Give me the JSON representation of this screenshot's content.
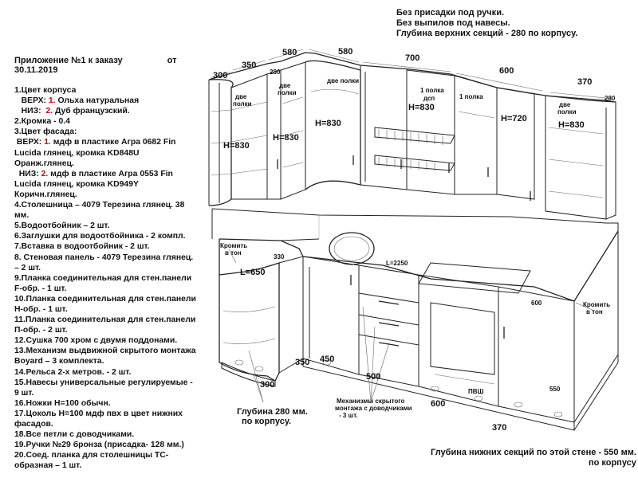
{
  "top_notes": [
    "Без присадки под ручки.",
    "Без выпилов под навесы.",
    "Глубина верхних секций - 280 по корпусу."
  ],
  "header": {
    "title": "Приложение №1 к заказу",
    "from": "от",
    "date": "30.11.2019"
  },
  "spec": [
    {
      "pre": "1.Цвет корпуса",
      "num": "",
      "post": ""
    },
    {
      "pre": "   ВЕРХ: ",
      "num": "1.",
      "post": " Ольха натуральная"
    },
    {
      "pre": "   НИЗ:  ",
      "num": "2.",
      "post": " Дуб французский."
    },
    {
      "pre": "2.Кромка - 0.4",
      "num": "",
      "post": ""
    },
    {
      "pre": "3.Цвет фасада:",
      "num": "",
      "post": ""
    },
    {
      "pre": " ВЕРХ: ",
      "num": "1.",
      "post": " мдф в пластике Агра 0682 Fin"
    },
    {
      "pre": "Lucida глянец, кромка KD848U",
      "num": "",
      "post": ""
    },
    {
      "pre": "Оранж.глянец.",
      "num": "",
      "post": ""
    },
    {
      "pre": "  НИЗ: ",
      "num": "2.",
      "post": " мдф в пластике Агра 0553 Fin"
    },
    {
      "pre": "Lucida глянец, кромка KD949Y",
      "num": "",
      "post": ""
    },
    {
      "pre": "Коричн.глянец.",
      "num": "",
      "post": ""
    },
    {
      "pre": "4.Столешница – 4079 Терезина глянец. 38",
      "num": "",
      "post": ""
    },
    {
      "pre": "мм.",
      "num": "",
      "post": ""
    },
    {
      "pre": "5.Водоотбойник – 2 шт.",
      "num": "",
      "post": ""
    },
    {
      "pre": "6.Заглушки для водоотбойника - 2 компл.",
      "num": "",
      "post": ""
    },
    {
      "pre": "7.Вставка в водоотбойник - 2 шт.",
      "num": "",
      "post": ""
    },
    {
      "pre": "8. Стеновая панель - 4079 Терезина глянец.",
      "num": "",
      "post": ""
    },
    {
      "pre": "– 2 шт.",
      "num": "",
      "post": ""
    },
    {
      "pre": "9.Планка соединительная для стен.панели",
      "num": "",
      "post": ""
    },
    {
      "pre": "F-обр. - 1 шт.",
      "num": "",
      "post": ""
    },
    {
      "pre": "10.Планка соединительная для стен.панели",
      "num": "",
      "post": ""
    },
    {
      "pre": "Н-обр. - 1 шт.",
      "num": "",
      "post": ""
    },
    {
      "pre": "11.Планка соединительная для стен.панели",
      "num": "",
      "post": ""
    },
    {
      "pre": "П-обр. - 2 шт.",
      "num": "",
      "post": ""
    },
    {
      "pre": "12.Сушка 700 хром с двумя поддонами.",
      "num": "",
      "post": ""
    },
    {
      "pre": "13.Механизм выдвижной скрытого монтажа",
      "num": "",
      "post": ""
    },
    {
      "pre": "Boyard – 3 комплекта.",
      "num": "",
      "post": ""
    },
    {
      "pre": "14.Рельса 2-х метров. - 2 шт.",
      "num": "",
      "post": ""
    },
    {
      "pre": "15.Навесы универсальные регулируемые -",
      "num": "",
      "post": ""
    },
    {
      "pre": "9 шт.",
      "num": "",
      "post": ""
    },
    {
      "pre": "16.Ножки Н=100 обычн.",
      "num": "",
      "post": ""
    },
    {
      "pre": "17.Цоколь Н=100 мдф пвх в цвет нижних",
      "num": "",
      "post": ""
    },
    {
      "pre": "фасадов.",
      "num": "",
      "post": ""
    },
    {
      "pre": "18.Все петли с доводчиками.",
      "num": "",
      "post": ""
    },
    {
      "pre": "19.Ручки №29 бронза (присадка- 128 мм.)",
      "num": "",
      "post": ""
    },
    {
      "pre": "20.Соед. планка для столешницы ТС-",
      "num": "",
      "post": ""
    },
    {
      "pre": "образная – 1 шт.",
      "num": "",
      "post": ""
    }
  ],
  "bottom_note": [
    "Глубина нижних секций по этой стене - 550 мм.",
    "по корпусу"
  ],
  "dims": {
    "d300a": "300",
    "d350a": "350",
    "d280a": "280",
    "d580a": "580",
    "d580b": "580",
    "d700": "700",
    "d600a": "600",
    "d370a": "370",
    "d280b": "280",
    "h830a": "Н=830",
    "h830b": "Н=830",
    "h830c": "Н=830",
    "h830d": "Н=830",
    "h720": "Н=720",
    "h830e": "Н=830",
    "two_shelves_a": "две",
    "two_shelves_a2": "полки",
    "two_shelves_b": "две",
    "two_shelves_b2": "полки",
    "two_shelves_c": "две полки",
    "one_shelf_dsp": "1 полка",
    "one_shelf_dsp2": "дсп",
    "one_shelf": "1 полка",
    "two_shelves_d": "две",
    "two_shelves_d2": "полки",
    "edge_tone_l1": "Кромить",
    "edge_tone_l2": "в тон",
    "edge_tone_r1": "Кромить",
    "edge_tone_r2": "в тон",
    "l650": "L=650",
    "d330": "330",
    "l2250": "L=2250",
    "d600b": "600",
    "d350b": "350",
    "d450": "450",
    "d300b": "300",
    "d500": "500",
    "d600c": "600",
    "d370b": "370",
    "d550": "550",
    "pvsh": "ПВШ",
    "depth280_1": "Глубина 280 мм.",
    "depth280_2": "по корпусу.",
    "mech_1": "Механизмы скрытого",
    "mech_2": "монтажа с доводчиками",
    "mech_3": "- 3 шт."
  }
}
